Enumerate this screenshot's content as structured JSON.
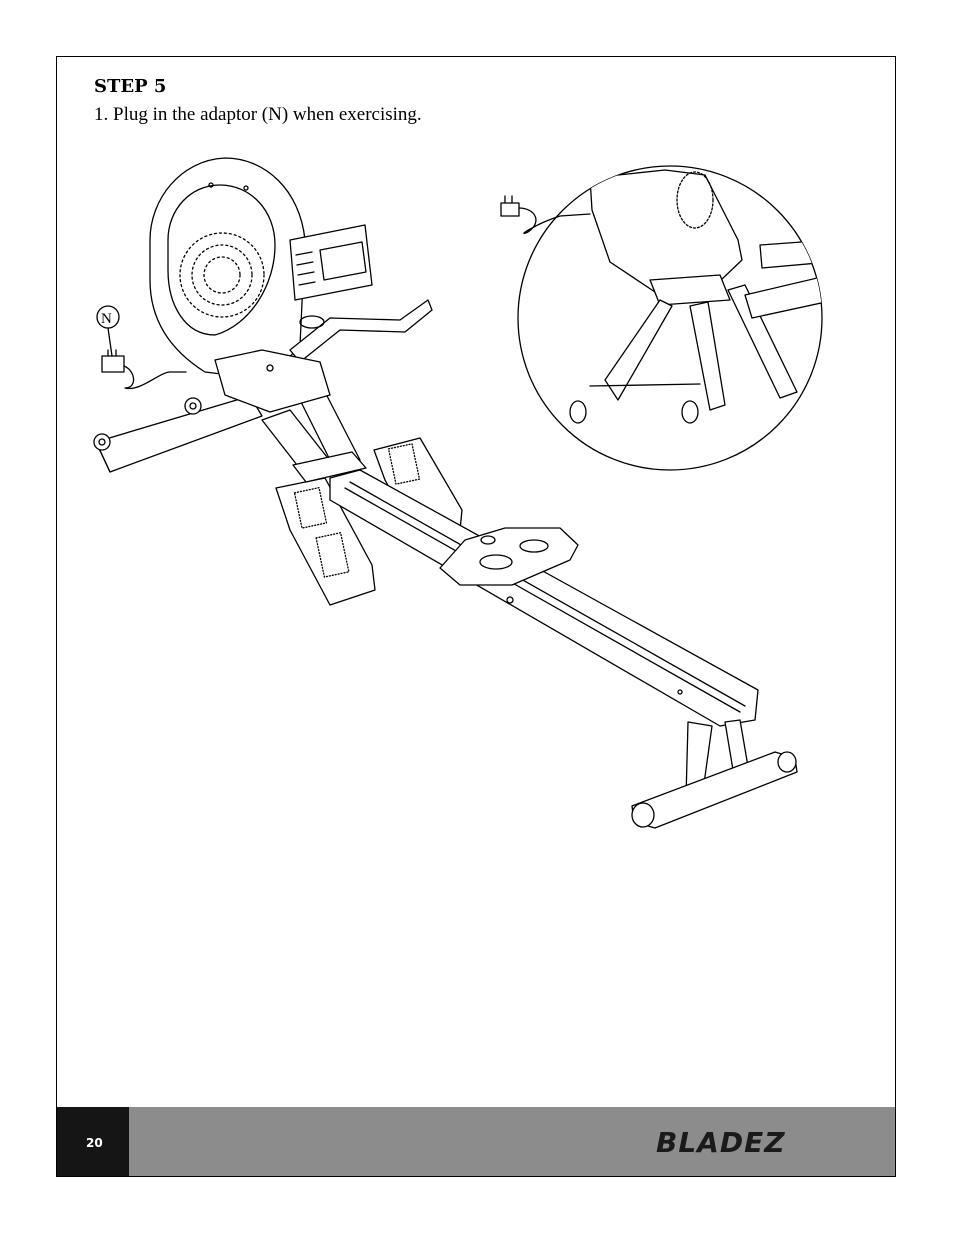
{
  "step": {
    "title": "STEP 5",
    "instruction": "1. Plug in the adaptor (N) when exercising.",
    "callout_letter": "N"
  },
  "footer": {
    "page_number": "20",
    "brand": "BLADEZ"
  }
}
